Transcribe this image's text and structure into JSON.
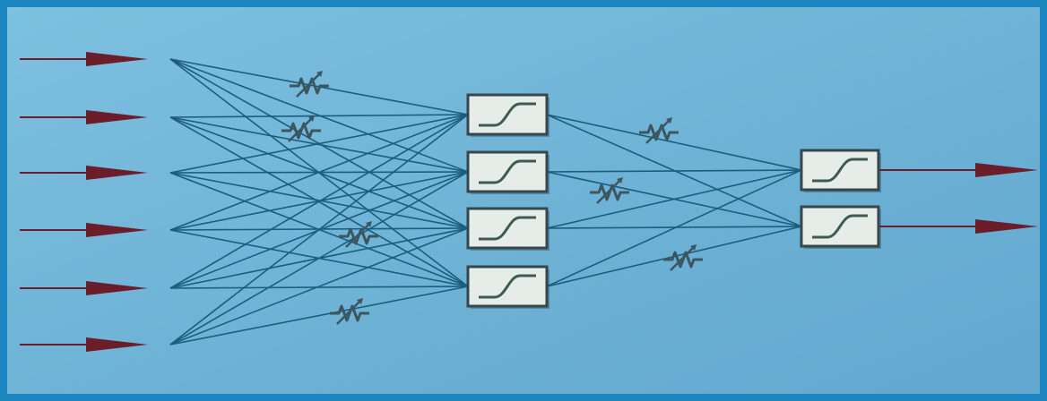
{
  "diagram": {
    "type": "feedforward-neural-network",
    "layers": {
      "input": 6,
      "hidden": 4,
      "output": 2
    },
    "connectivity": "fully-connected",
    "node_symbol": "sigmoid-curve",
    "weight_symbol": "adjustable-resistor",
    "colors": {
      "background": "#6fb3d6",
      "background_light": "#8cc7e3",
      "frame": "#1d86c0",
      "connection": "#1c5d7c",
      "arrow": "#6b1e2a",
      "node_fill": "#e6ece8",
      "node_border": "#35464c",
      "curve": "#3f5a52",
      "weight_symbol": "#3c5660"
    }
  }
}
